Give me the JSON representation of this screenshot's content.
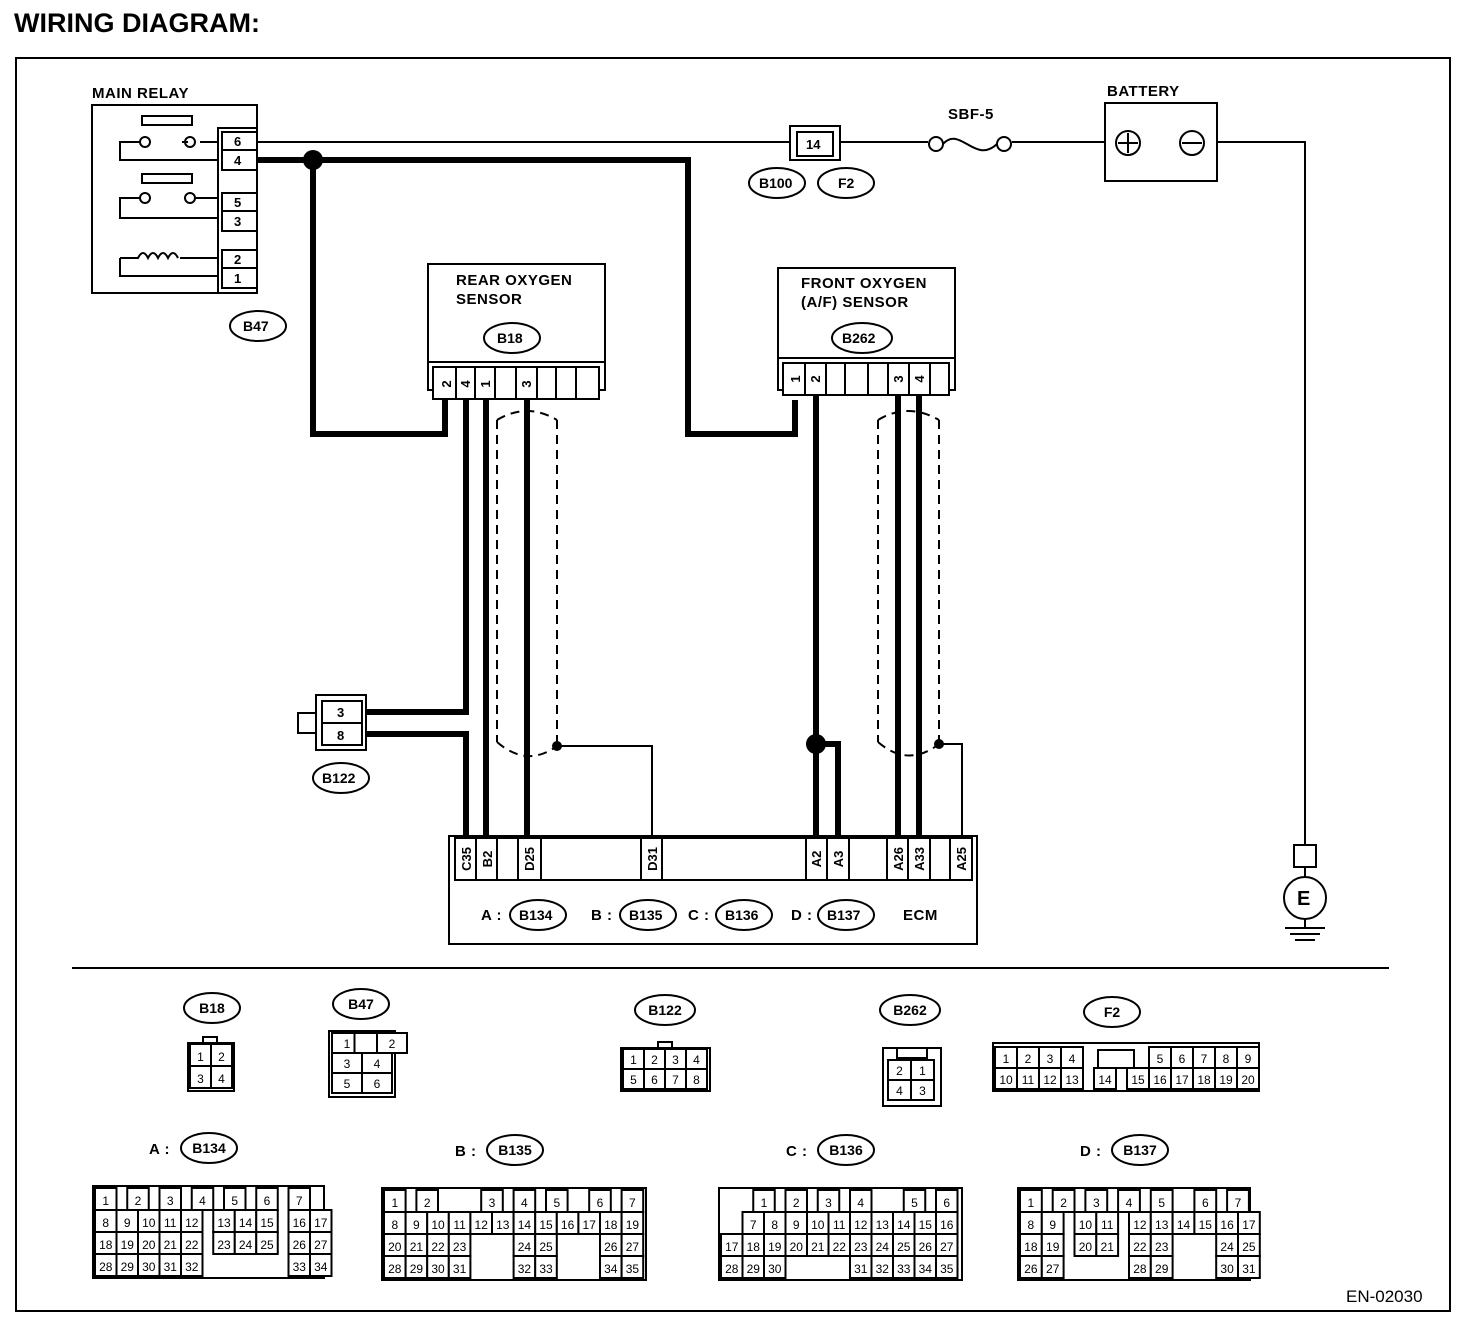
{
  "title": "WIRING DIAGRAM:",
  "figure_code": "EN-02030",
  "components": {
    "main_relay": {
      "label": "MAIN RELAY",
      "connector": "B47",
      "pins": [
        "6",
        "4",
        "5",
        "3",
        "2",
        "1"
      ]
    },
    "rear_o2": {
      "label_line1": "REAR OXYGEN",
      "label_line2": "SENSOR",
      "connector": "B18",
      "pins": [
        "2",
        "4",
        "1",
        "3"
      ]
    },
    "front_o2": {
      "label_line1": "FRONT OXYGEN",
      "label_line2": "(A/F) SENSOR",
      "connector": "B262",
      "pins": [
        "1",
        "2",
        "3",
        "4"
      ]
    },
    "joint": {
      "connector": "B100",
      "pin": "14",
      "fuse_connector": "F2"
    },
    "fuse": {
      "label": "SBF-5"
    },
    "battery": {
      "label": "BATTERY",
      "plus": "⊕",
      "minus": "⊖"
    },
    "b122": {
      "connector": "B122",
      "pins": [
        "3",
        "8"
      ]
    },
    "ecm": {
      "label": "ECM",
      "pins": [
        "C35",
        "B2",
        "D25",
        "D31",
        "A2",
        "A3",
        "A26",
        "A33",
        "A25"
      ],
      "connectors": [
        {
          "prefix": "A :",
          "name": "B134"
        },
        {
          "prefix": "B :",
          "name": "B135"
        },
        {
          "prefix": "C :",
          "name": "B136"
        },
        {
          "prefix": "D :",
          "name": "B137"
        }
      ]
    },
    "ground": {
      "label": "E"
    }
  },
  "connector_views": {
    "B18": {
      "name": "B18",
      "rows": [
        [
          "1",
          "2"
        ],
        [
          "3",
          "4"
        ]
      ]
    },
    "B47": {
      "name": "B47",
      "rows": [
        [
          "1",
          "",
          "2"
        ],
        [
          "3",
          "4"
        ],
        [
          "5",
          "6"
        ]
      ]
    },
    "B122": {
      "name": "B122",
      "rows": [
        [
          "1",
          "2",
          "3",
          "4"
        ],
        [
          "5",
          "6",
          "7",
          "8"
        ]
      ]
    },
    "B262": {
      "name": "B262",
      "rows": [
        [
          "2",
          "1"
        ],
        [
          "4",
          "3"
        ]
      ]
    },
    "F2": {
      "name": "F2",
      "rows": [
        [
          "1",
          "2",
          "3",
          "4",
          "5",
          "6",
          "7",
          "8",
          "9"
        ],
        [
          "10",
          "11",
          "12",
          "13",
          "14",
          "15",
          "16",
          "17",
          "18",
          "19",
          "20"
        ]
      ]
    },
    "B134": {
      "prefix": "A :",
      "name": "B134",
      "rows": [
        [
          "1",
          "2",
          "3",
          "4",
          "5",
          "6",
          "7"
        ],
        [
          "8",
          "9",
          "10",
          "11",
          "12",
          "13",
          "14",
          "15",
          "16",
          "17"
        ],
        [
          "18",
          "19",
          "20",
          "21",
          "22",
          "23",
          "24",
          "25",
          "26",
          "27"
        ],
        [
          "28",
          "29",
          "30",
          "31",
          "32",
          "33",
          "34"
        ]
      ]
    },
    "B135": {
      "prefix": "B :",
      "name": "B135",
      "rows": [
        [
          "1",
          "2",
          "3",
          "4",
          "5",
          "6",
          "7"
        ],
        [
          "8",
          "9",
          "10",
          "11",
          "12",
          "13",
          "14",
          "15",
          "16",
          "17",
          "18",
          "19"
        ],
        [
          "20",
          "21",
          "22",
          "23",
          "24",
          "25",
          "26",
          "27"
        ],
        [
          "28",
          "29",
          "30",
          "31",
          "32",
          "33",
          "34",
          "35"
        ]
      ]
    },
    "B136": {
      "prefix": "C :",
      "name": "B136",
      "rows": [
        [
          "1",
          "2",
          "3",
          "4",
          "5",
          "6"
        ],
        [
          "7",
          "8",
          "9",
          "10",
          "11",
          "12",
          "13",
          "14",
          "15",
          "16"
        ],
        [
          "17",
          "18",
          "19",
          "20",
          "21",
          "22",
          "23",
          "24",
          "25",
          "26",
          "27"
        ],
        [
          "28",
          "29",
          "30",
          "31",
          "32",
          "33",
          "34",
          "35"
        ]
      ]
    },
    "B137": {
      "prefix": "D :",
      "name": "B137",
      "rows": [
        [
          "1",
          "2",
          "3",
          "4",
          "5",
          "6",
          "7"
        ],
        [
          "8",
          "9",
          "10",
          "11",
          "12",
          "13",
          "14",
          "15",
          "16",
          "17"
        ],
        [
          "18",
          "19",
          "20",
          "21",
          "22",
          "23",
          "24",
          "25"
        ],
        [
          "26",
          "27",
          "28",
          "29",
          "30",
          "31"
        ]
      ]
    }
  }
}
